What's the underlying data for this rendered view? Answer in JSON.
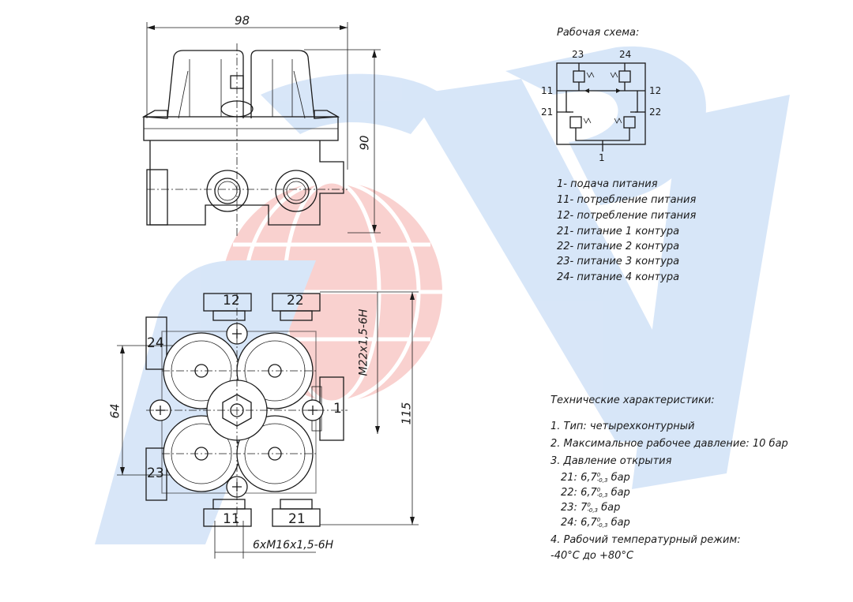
{
  "watermark": {
    "text": "SORL",
    "color_blue": "#4f8fe0",
    "color_red": "#e8332b"
  },
  "dimensions": {
    "width_top": "98",
    "height_top": "90",
    "height_front": "115",
    "port_spacing": "64",
    "thread_main": "M22x1,5-6H",
    "thread_ports": "6xM16x1,5-6H"
  },
  "ports": {
    "p12": "12",
    "p22": "22",
    "p24": "24",
    "p1": "1",
    "p23": "23",
    "p11": "11",
    "p21": "21"
  },
  "scheme": {
    "title": "Рабочая схема:",
    "labels": {
      "l23": "23",
      "l24": "24",
      "l11": "11",
      "l12": "12",
      "l21": "21",
      "l22": "22",
      "l1": "1"
    }
  },
  "legend": [
    "1- подача питания",
    "11- потребление питания",
    "12- потребление питания",
    "21- питание 1 контура",
    "22- питание 2 контура",
    "23- питание 3 контура",
    "24- питание 4 контура"
  ],
  "specs": {
    "title": "Технические характеристики:",
    "item1": "1. Тип: четырехконтурный",
    "item2": "2. Максимальное рабочее давление: 10 бар",
    "item3": "3. Давление открытия",
    "pressures": [
      {
        "port": "21:",
        "value": "6,7",
        "tol_top": "0",
        "tol_bottom": "-0,3",
        "unit": "бар"
      },
      {
        "port": "22:",
        "value": "6,7",
        "tol_top": "0",
        "tol_bottom": "-0,3",
        "unit": "бар"
      },
      {
        "port": "23:",
        "value": "7",
        "tol_top": "0",
        "tol_bottom": "-0,3",
        "unit": "бар"
      },
      {
        "port": "24:",
        "value": "6,7",
        "tol_top": "0",
        "tol_bottom": "-0,3",
        "unit": "бар"
      }
    ],
    "item4": "4. Рабочий температурный режим:",
    "temp_range": "-40°C до +80°C"
  }
}
